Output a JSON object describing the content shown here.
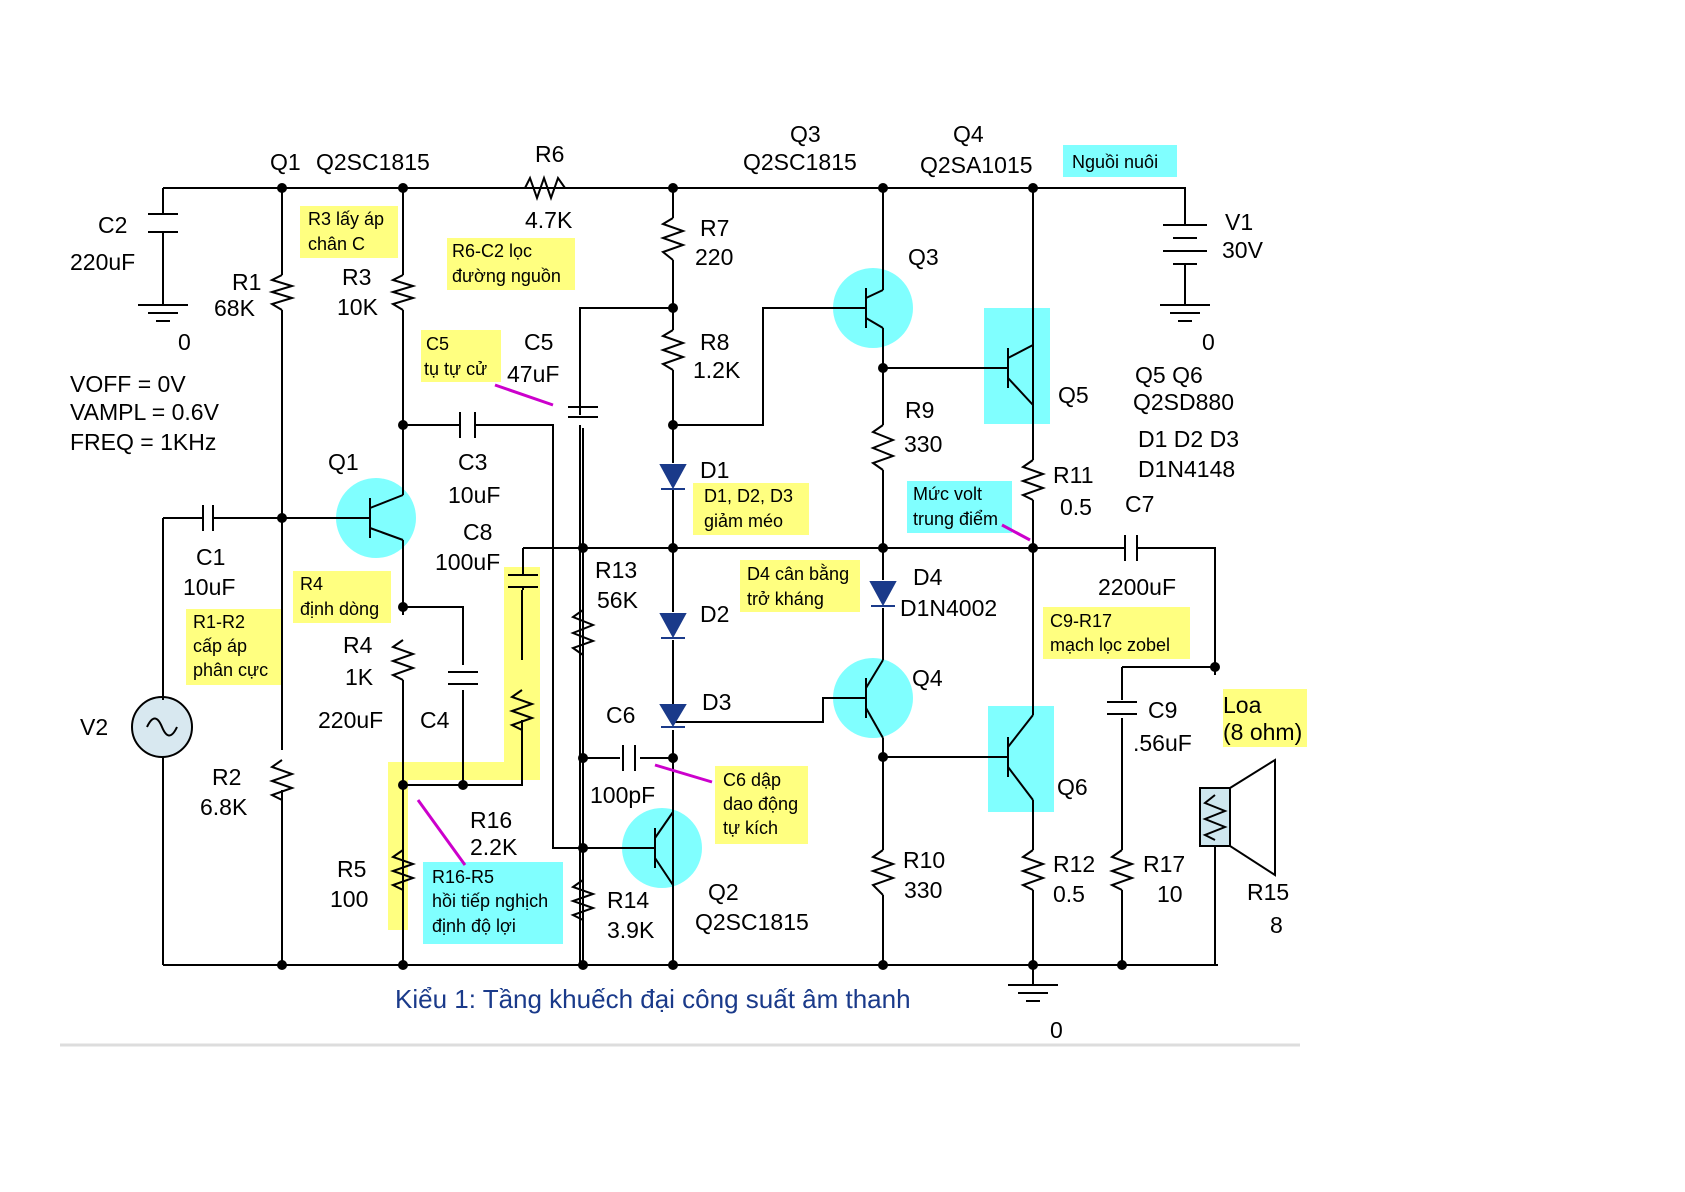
{
  "colors": {
    "highlight_yellow": "#ffff80",
    "highlight_cyan": "#80ffff",
    "title_blue": "#1a3a8a",
    "wire": "#000000",
    "pointer": "#cc00cc"
  },
  "header": {
    "q1": "Q1",
    "q1_model": "Q2SC1815",
    "r6": "R6",
    "r6_value": "4.7K",
    "q3": "Q3",
    "q3_model": "Q2SC1815",
    "q4": "Q4",
    "q4_model": "Q2SA1015",
    "supply_note": "Nguồi nuôi"
  },
  "source": {
    "v1": "V1",
    "v1_value": "30V",
    "ground": "0",
    "voff": "VOFF = 0V",
    "vampl": "VAMPL = 0.6V",
    "freq": "FREQ = 1KHz",
    "v2": "V2"
  },
  "components": {
    "c2": "C2",
    "c2_value": "220uF",
    "r1": "R1",
    "r1_value": "68K",
    "r3": "R3",
    "r3_value": "10K",
    "r7": "R7",
    "r7_value": "220",
    "c5": "C5",
    "c5_value": "47uF",
    "r8": "R8",
    "r8_value": "1.2K",
    "q3_lbl": "Q3",
    "q5": "Q5",
    "q6": "Q6",
    "q5q6": "Q5 Q6",
    "q5q6_model": "Q2SD880",
    "d123": "D1 D2 D3",
    "d123_model": "D1N4148",
    "q1_lbl": "Q1",
    "c3": "C3",
    "c3_value": "10uF",
    "d1": "D1",
    "r9": "R9",
    "r9_value": "330",
    "r11": "R11",
    "r11_value": "0.5",
    "c7": "C7",
    "c7_value": "2200uF",
    "c8": "C8",
    "c8_value": "100uF",
    "c1": "C1",
    "c1_value": "10uF",
    "r13": "R13",
    "r13_value": "56K",
    "d2": "D2",
    "d4": "D4",
    "d4_model": "D1N4002",
    "r4": "R4",
    "r4_value": "1K",
    "c4": "C4",
    "c4_value": "220uF",
    "q4_lbl": "Q4",
    "c9": "C9",
    "c9_value": ".56uF",
    "c6": "C6",
    "c6_value": "100pF",
    "d3": "D3",
    "r2": "R2",
    "r2_value": "6.8K",
    "r16": "R16",
    "r16_value": "2.2K",
    "r5": "R5",
    "r5_value": "100",
    "r14": "R14",
    "r14_value": "3.9K",
    "q2": "Q2",
    "q2_model": "Q2SC1815",
    "r10": "R10",
    "r10_value": "330",
    "r12": "R12",
    "r12_value": "0.5",
    "r17": "R17",
    "r17_value": "10",
    "r15": "R15",
    "r15_value": "8",
    "speaker": "Loa",
    "speaker_ohm": "(8 ohm)",
    "ground2": "0"
  },
  "notes": {
    "r3_a": "R3 lấy áp",
    "r3_b": "chân C",
    "r6c2_a": "R6-C2 lọc",
    "r6c2_b": "đường nguồn",
    "c5_a": "C5",
    "c5_b": "tụ tự cử",
    "d123_a": "D1, D2, D3",
    "d123_b": "giảm méo",
    "mid_a": "Mức volt",
    "mid_b": "trung điểm",
    "d4_a": "D4 cân bằng",
    "d4_b": "trở kháng",
    "r4_a": "R4",
    "r4_b": "định dòng",
    "r1r2_a": "R1-R2",
    "r1r2_b": "cấp áp",
    "r1r2_c": "phân cực",
    "zobel_a": "C9-R17",
    "zobel_b": "mạch lọc zobel",
    "c6_a": "C6 dập",
    "c6_b": "dao động",
    "c6_c": "tự kích",
    "fb_a": "R16-R5",
    "fb_b": "hồi tiếp nghịch",
    "fb_c": "định độ lợi"
  },
  "title": "Kiểu 1: Tầng khuếch đại công suất âm thanh"
}
